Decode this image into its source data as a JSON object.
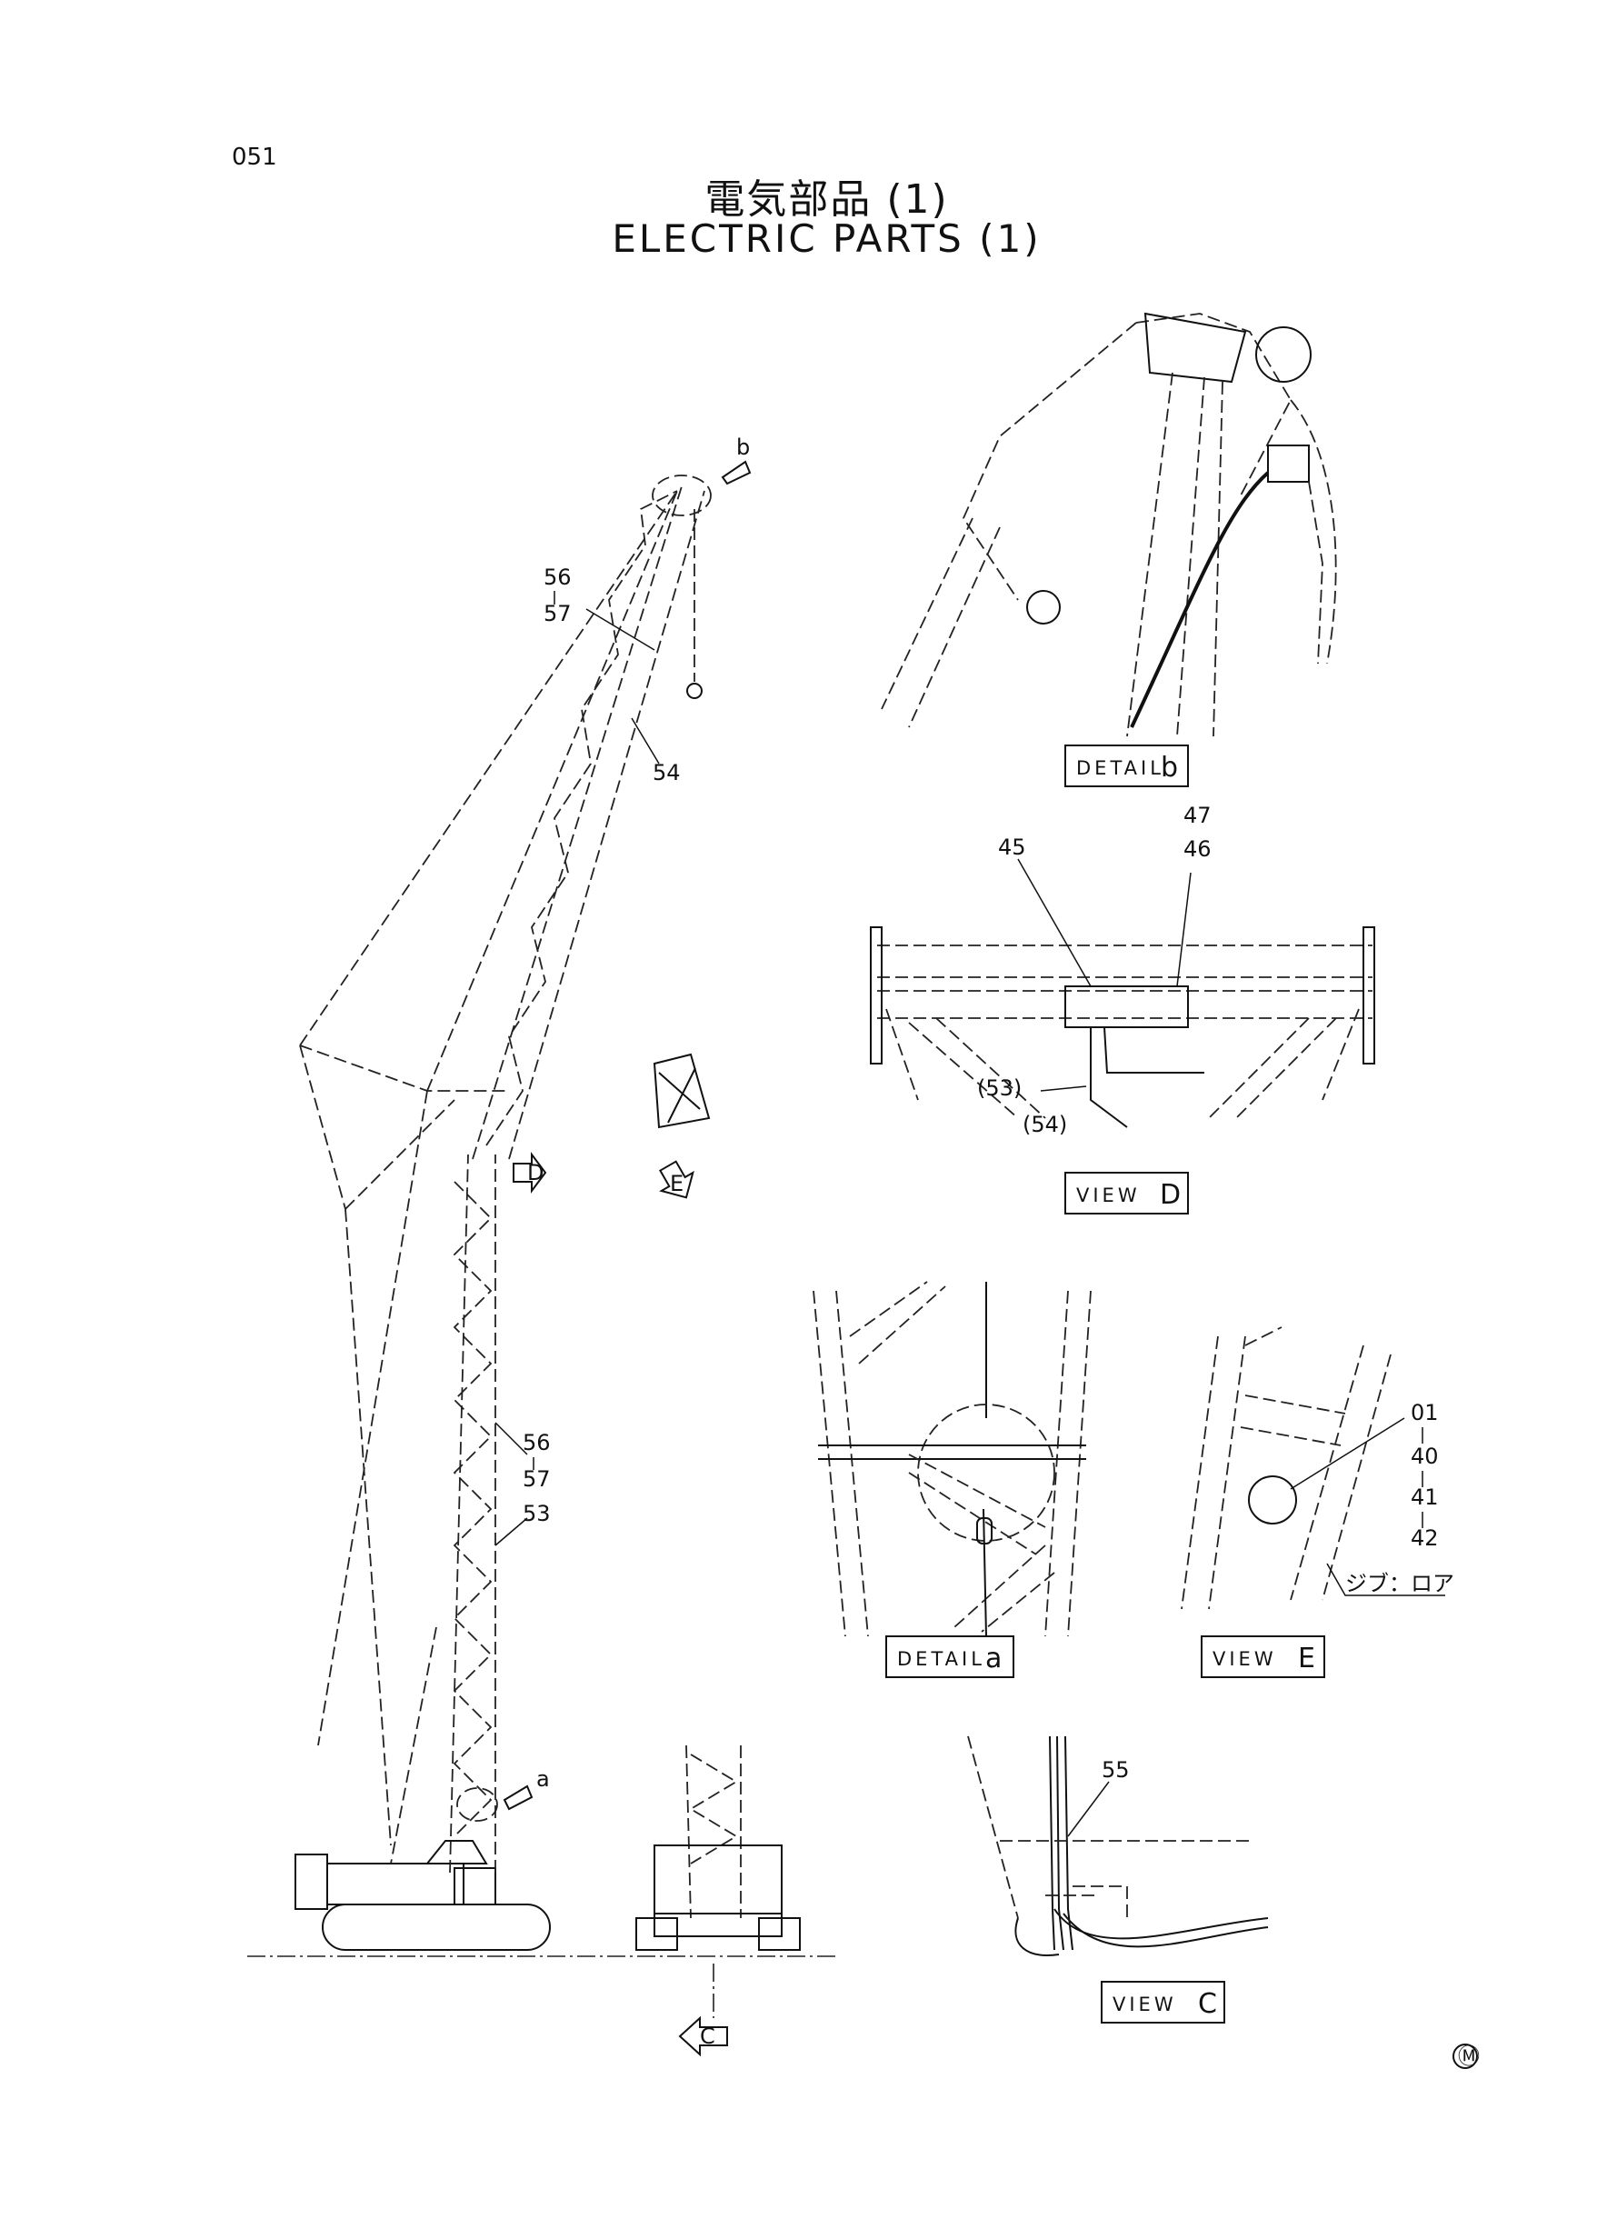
{
  "page_number": "051",
  "title_jp": "電気部品 (1)",
  "title_en": "ELECTRIC PARTS (1)",
  "views": {
    "detail_b": {
      "word": "DETAIL",
      "letter": "b"
    },
    "view_d": {
      "word": "VIEW",
      "letter": "D"
    },
    "detail_a": {
      "word": "DETAIL",
      "letter": "a"
    },
    "view_e": {
      "word": "VIEW",
      "letter": "E"
    },
    "view_c": {
      "word": "VIEW",
      "letter": "C"
    }
  },
  "callouts": {
    "b": "b",
    "a": "a",
    "arrow_d": "D",
    "arrow_e": "E",
    "arrow_c": "C",
    "p56_top": "56",
    "p57_top": "57",
    "p54": "54",
    "p56_mid": "56",
    "p57_mid": "57",
    "p53": "53",
    "p45": "45",
    "p47": "47",
    "p46": "46",
    "p53_paren": "(53)",
    "p54_paren": "(54)",
    "p01": "01",
    "p40": "40",
    "p41": "41",
    "p42": "42",
    "jib_lower": "ジブ：ロア",
    "p55": "55"
  },
  "mark": "Ⓜ"
}
